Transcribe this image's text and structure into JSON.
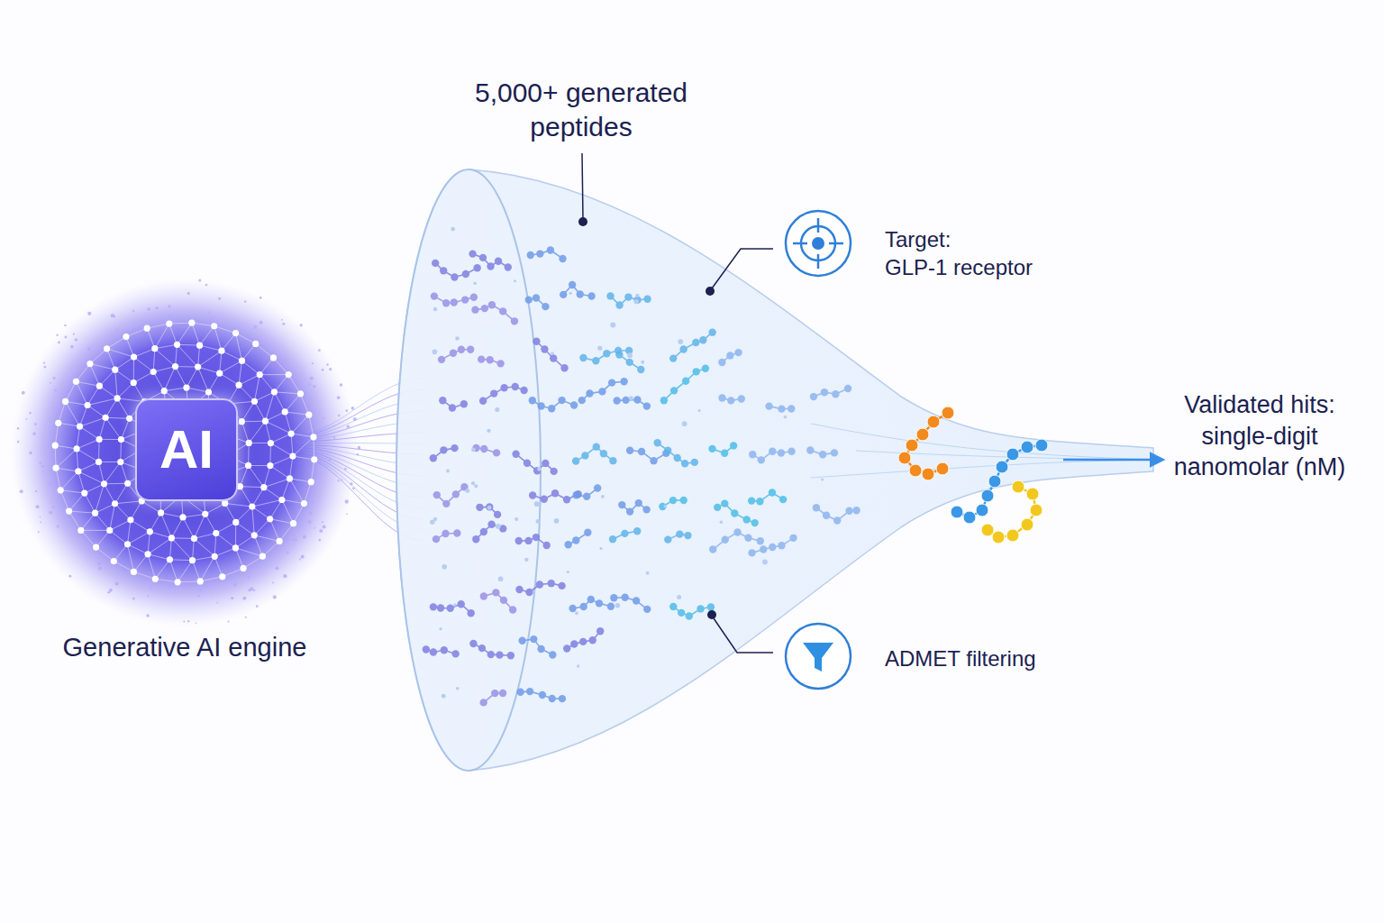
{
  "diagram": {
    "nodes": [
      {
        "text": [
          "Generative AI engine"
        ]
      },
      {
        "text": [
          "AI"
        ],
        "in": 0
      }
    ],
    "labels": [
      "5,000+ generated peptides",
      "Target: GLP-1 receptor",
      "ADMET filtering",
      "Validated hits: single-digit nanomolar (nM)"
    ]
  }
}
